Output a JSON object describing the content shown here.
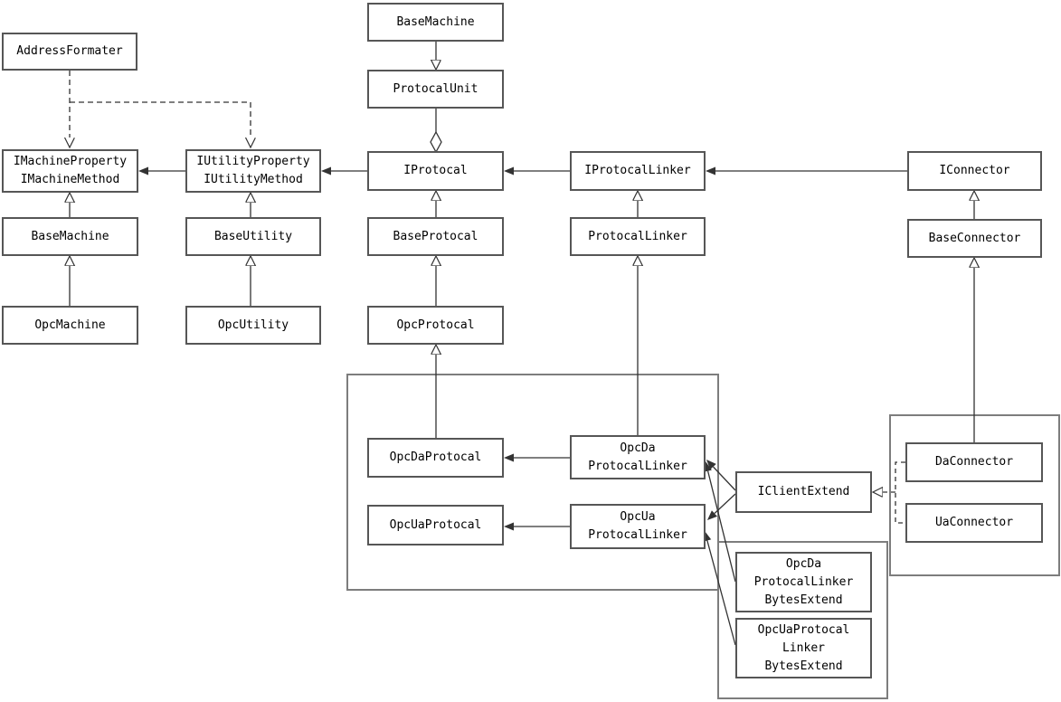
{
  "diagram": {
    "kind": "uml-class-diagram",
    "nodes": {
      "address_formater": {
        "label": "AddressFormater"
      },
      "base_machine_top": {
        "label": "BaseMachine"
      },
      "protocal_unit": {
        "label": "ProtocalUnit"
      },
      "imachine": {
        "label": "IMachineProperty\nIMachineMethod"
      },
      "iutility": {
        "label": "IUtilityProperty\nIUtilityMethod"
      },
      "iprotocal": {
        "label": "IProtocal"
      },
      "iprotocal_linker": {
        "label": "IProtocalLinker"
      },
      "iconnector": {
        "label": "IConnector"
      },
      "base_machine": {
        "label": "BaseMachine"
      },
      "base_utility": {
        "label": "BaseUtility"
      },
      "base_protocal": {
        "label": "BaseProtocal"
      },
      "protocal_linker": {
        "label": "ProtocalLinker"
      },
      "base_connector": {
        "label": "BaseConnector"
      },
      "opc_machine": {
        "label": "OpcMachine"
      },
      "opc_utility": {
        "label": "OpcUtility"
      },
      "opc_protocal": {
        "label": "OpcProtocal"
      },
      "opc_da_protocal": {
        "label": "OpcDaProtocal"
      },
      "opc_ua_protocal": {
        "label": "OpcUaProtocal"
      },
      "opc_da_protocal_linker": {
        "label": "OpcDa\nProtocalLinker"
      },
      "opc_ua_protocal_linker": {
        "label": "OpcUa\nProtocalLinker"
      },
      "iclient_extend": {
        "label": "IClientExtend"
      },
      "da_connector": {
        "label": "DaConnector"
      },
      "ua_connector": {
        "label": "UaConnector"
      },
      "opc_da_protocal_linker_bytes_extend": {
        "label": "OpcDa\nProtocalLinker\nBytesExtend"
      },
      "opc_ua_protocal_linker_bytes_extend": {
        "label": "OpcUaProtocal\nLinker\nBytesExtend"
      }
    },
    "relationships": [
      {
        "from": "AddressFormater",
        "to": "IMachineProperty/IMachineMethod",
        "type": "dependency-dashed"
      },
      {
        "from": "AddressFormater",
        "to": "IUtilityProperty/IUtilityMethod",
        "type": "dependency-dashed"
      },
      {
        "from": "IUtilityProperty/IUtilityMethod",
        "to": "IMachineProperty/IMachineMethod",
        "type": "association-filled-arrow"
      },
      {
        "from": "IProtocal",
        "to": "IUtilityProperty/IUtilityMethod",
        "type": "association-filled-arrow"
      },
      {
        "from": "IProtocalLinker",
        "to": "IProtocal",
        "type": "association-filled-arrow"
      },
      {
        "from": "IConnector",
        "to": "IProtocalLinker",
        "type": "association-filled-arrow"
      },
      {
        "from": "BaseMachine",
        "to": "ProtocalUnit",
        "type": "triangle-arrow-down"
      },
      {
        "from": "ProtocalUnit",
        "to": "IProtocal",
        "type": "aggregation-hollow-diamond"
      },
      {
        "from": "BaseMachine",
        "to": "IMachineProperty/IMachineMethod",
        "type": "generalization"
      },
      {
        "from": "OpcMachine",
        "to": "BaseMachine",
        "type": "generalization"
      },
      {
        "from": "BaseUtility",
        "to": "IUtilityProperty/IUtilityMethod",
        "type": "generalization"
      },
      {
        "from": "OpcUtility",
        "to": "BaseUtility",
        "type": "generalization"
      },
      {
        "from": "BaseProtocal",
        "to": "IProtocal",
        "type": "generalization"
      },
      {
        "from": "OpcProtocal",
        "to": "BaseProtocal",
        "type": "generalization"
      },
      {
        "from": "OpcDaProtocal",
        "to": "OpcProtocal",
        "type": "generalization"
      },
      {
        "from": "ProtocalLinker",
        "to": "IProtocalLinker",
        "type": "generalization"
      },
      {
        "from": "OpcDaProtocalLinker",
        "to": "ProtocalLinker",
        "type": "generalization"
      },
      {
        "from": "BaseConnector",
        "to": "IConnector",
        "type": "generalization"
      },
      {
        "from": "DaConnector",
        "to": "BaseConnector",
        "type": "generalization"
      },
      {
        "from": "OpcDaProtocalLinker",
        "to": "OpcDaProtocal",
        "type": "association-filled-arrow"
      },
      {
        "from": "OpcUaProtocalLinker",
        "to": "OpcUaProtocal",
        "type": "association-filled-arrow"
      },
      {
        "from": "IClientExtend",
        "to": "OpcDaProtocalLinker",
        "type": "association-filled-arrow"
      },
      {
        "from": "IClientExtend",
        "to": "OpcUaProtocalLinker",
        "type": "association-filled-arrow"
      },
      {
        "from": "OpcDaProtocalLinkerBytesExtend",
        "to": "OpcDaProtocalLinker",
        "type": "association-filled-arrow"
      },
      {
        "from": "OpcUaProtocalLinkerBytesExtend",
        "to": "OpcUaProtocalLinker",
        "type": "association-filled-arrow"
      },
      {
        "from": "DaConnector",
        "to": "IClientExtend",
        "type": "realization-dashed-hollow-triangle"
      },
      {
        "from": "UaConnector",
        "to": "IClientExtend",
        "type": "realization-dashed-hollow-triangle"
      }
    ],
    "colors": {
      "background": "#ffffff",
      "node_border": "#565656",
      "group_border": "#7d7d7d",
      "line": "#333333",
      "text": "#000000"
    }
  }
}
